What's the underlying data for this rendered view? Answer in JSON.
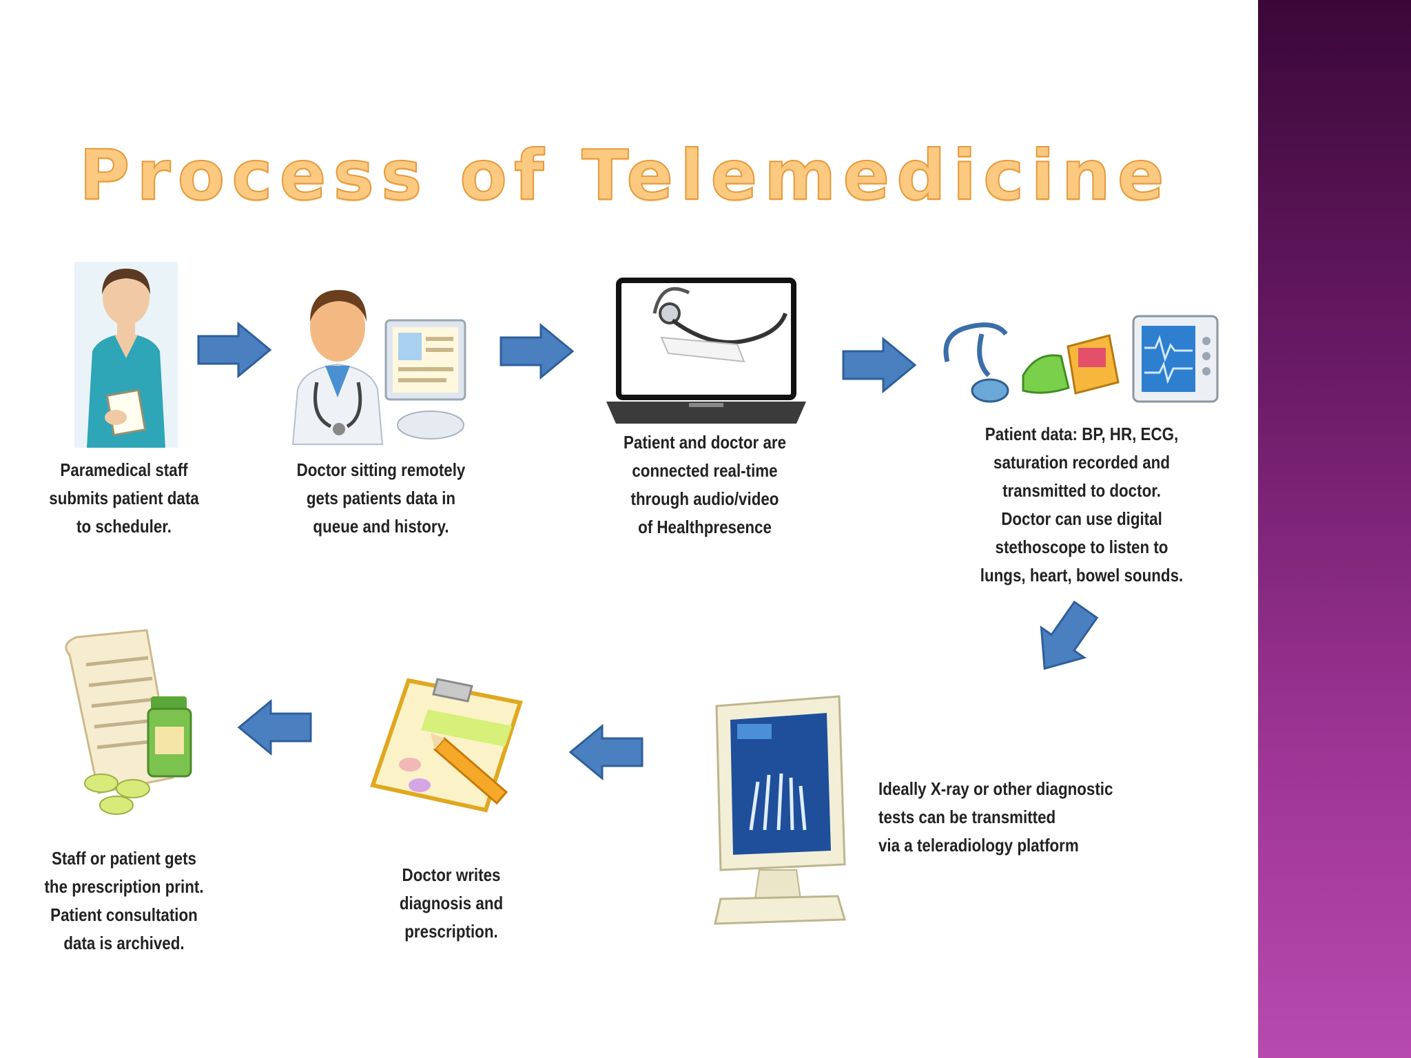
{
  "slide": {
    "title": "Process of Telemedicine",
    "colors": {
      "title_fill": "#fbc980",
      "title_stroke": "#e59a3c",
      "arrow": "#4a7fc0",
      "sidebar": "#9c3494"
    }
  },
  "steps": [
    {
      "icon": "paramedic-icon",
      "caption": "Paramedical staff\nsubmits  patient data\nto scheduler."
    },
    {
      "icon": "doctor-computer-icon",
      "caption": "Doctor sitting remotely\ngets patients data in\nqueue and history."
    },
    {
      "icon": "laptop-stethoscope-icon",
      "caption": "Patient and doctor are\nconnected real-time\nthrough audio/video\nof Healthpresence"
    },
    {
      "icon": "medical-devices-icon",
      "caption": "Patient data:  BP, HR, ECG,\nsaturation recorded and\ntransmitted to doctor.\nDoctor can use digital\nstethoscope to listen to\nlungs,  heart, bowel sounds."
    },
    {
      "icon": "xray-monitor-icon",
      "caption": "Ideally X-ray or other diagnostic\ntests can be transmitted\nvia a teleradiology platform"
    },
    {
      "icon": "clipboard-prescription-icon",
      "caption": "Doctor writes\ndiagnosis and\nprescription."
    },
    {
      "icon": "prescription-scroll-icon",
      "caption": "Staff or patient gets\nthe prescription print.\nPatient consultation\ndata is archived."
    }
  ]
}
